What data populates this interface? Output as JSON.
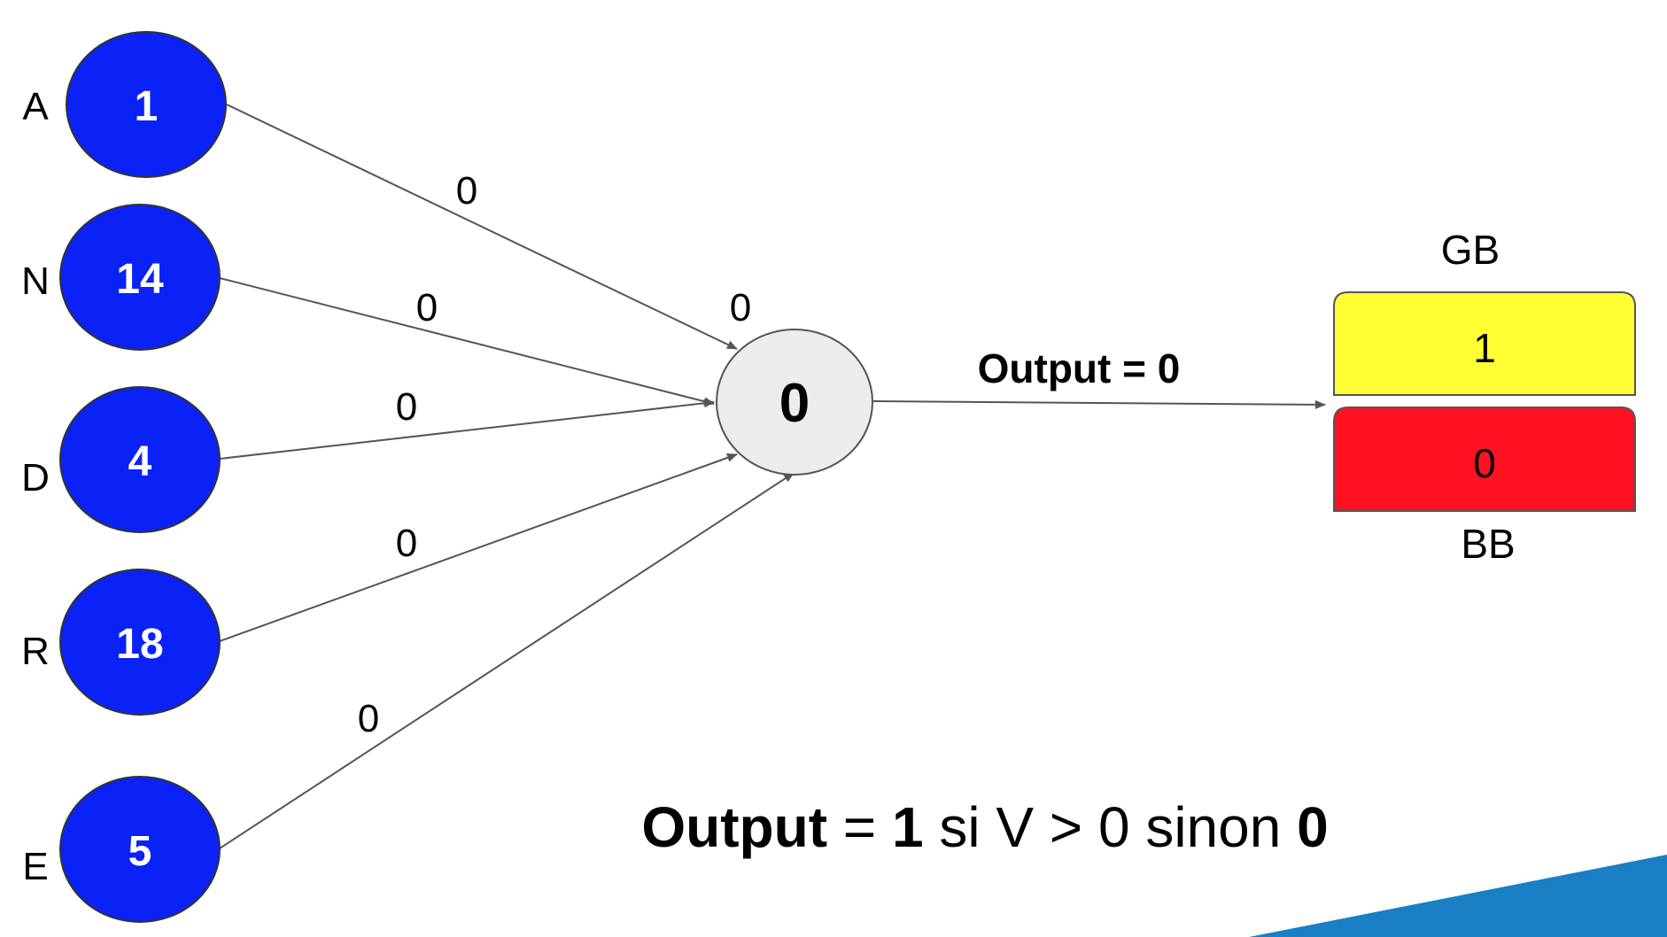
{
  "inputs": [
    {
      "label": "A",
      "value": "1",
      "weight": "0"
    },
    {
      "label": "N",
      "value": "14",
      "weight": "0"
    },
    {
      "label": "D",
      "value": "4",
      "weight": "0"
    },
    {
      "label": "R",
      "value": "18",
      "weight": "0"
    },
    {
      "label": "E",
      "value": "5",
      "weight": "0"
    }
  ],
  "neuron": {
    "value": "0",
    "bias": "0"
  },
  "output_arrow": {
    "bold": "Output = 0"
  },
  "classes": {
    "top": {
      "label": "GB",
      "value": "1",
      "color": "#ffff33"
    },
    "bottom": {
      "label": "BB",
      "value": "0",
      "color": "#ff1122"
    }
  },
  "formula": {
    "part1": "Output",
    "part2": " = ",
    "part3": "1",
    "part4": " si V > 0 sinon ",
    "part5": "0"
  },
  "colors": {
    "input_fill": "#0a22f5",
    "neuron_fill": "#ececec",
    "line": "#555555",
    "accent": "#1a7fc4"
  }
}
